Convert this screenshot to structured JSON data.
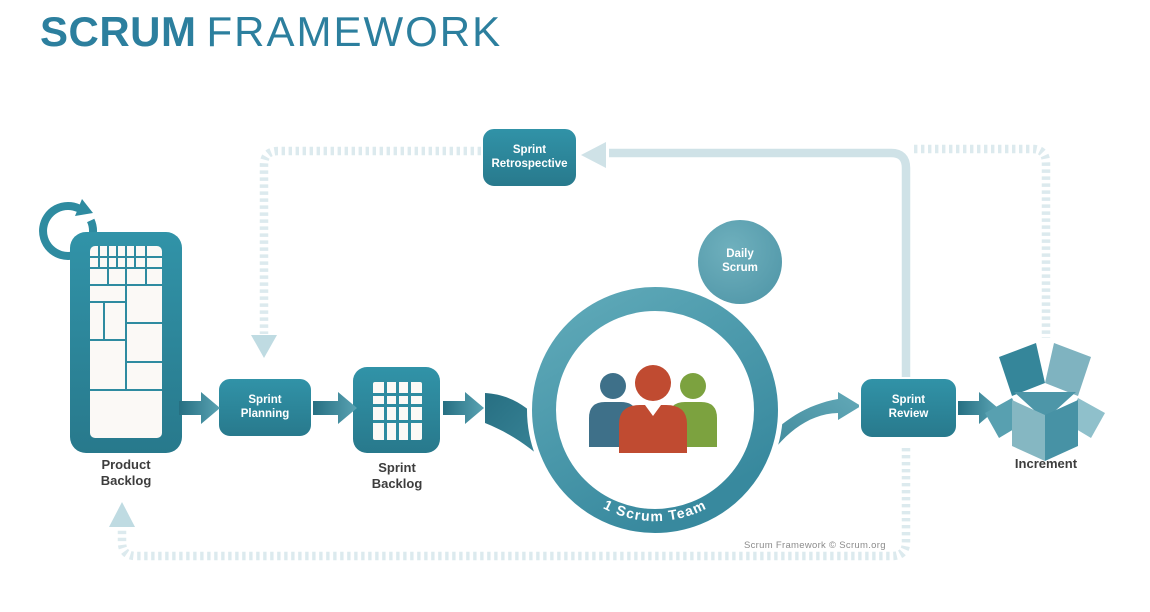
{
  "title": {
    "brand_bold": "SCRUM",
    "brand_light": "FRAMEWORK"
  },
  "diagram": {
    "product_backlog": {
      "label": "Product Backlog"
    },
    "sprint_planning": {
      "label": "Sprint Planning"
    },
    "sprint_backlog": {
      "label": "Sprint Backlog"
    },
    "scrum_team": {
      "label": "1 Scrum Team"
    },
    "daily_scrum": {
      "label": "Daily Scrum"
    },
    "sprint_review": {
      "label": "Sprint Review"
    },
    "sprint_retrospective": {
      "label": "Sprint Retrospective"
    },
    "increment": {
      "label": "Increment"
    }
  },
  "footer": {
    "credit": "Scrum Framework © Scrum.org"
  },
  "icons": {
    "iteration_loop": "circular-refresh-arrow",
    "product_backlog": "treemap-grid",
    "sprint_backlog": "grid-board",
    "scrum_team": "three-people",
    "increment": "open-box"
  },
  "colors": {
    "teal_primary": "#2E8BA0",
    "teal_dark": "#266F82",
    "teal_light": "#59A2B2",
    "ring_top": "#5FA8B7",
    "ring_bottom": "#38899E",
    "loop_solid": "#CFE2E7",
    "loop_dashed": "#DCEAEE",
    "loop_arrowhead": "#BFDBE2",
    "person_blue": "#3E7089",
    "person_red": "#C04B31",
    "person_green": "#7CA23F",
    "title_teal": "#2C7F9E",
    "label_dark": "#3D3D3D",
    "footer_gray": "#8C8C8C"
  }
}
